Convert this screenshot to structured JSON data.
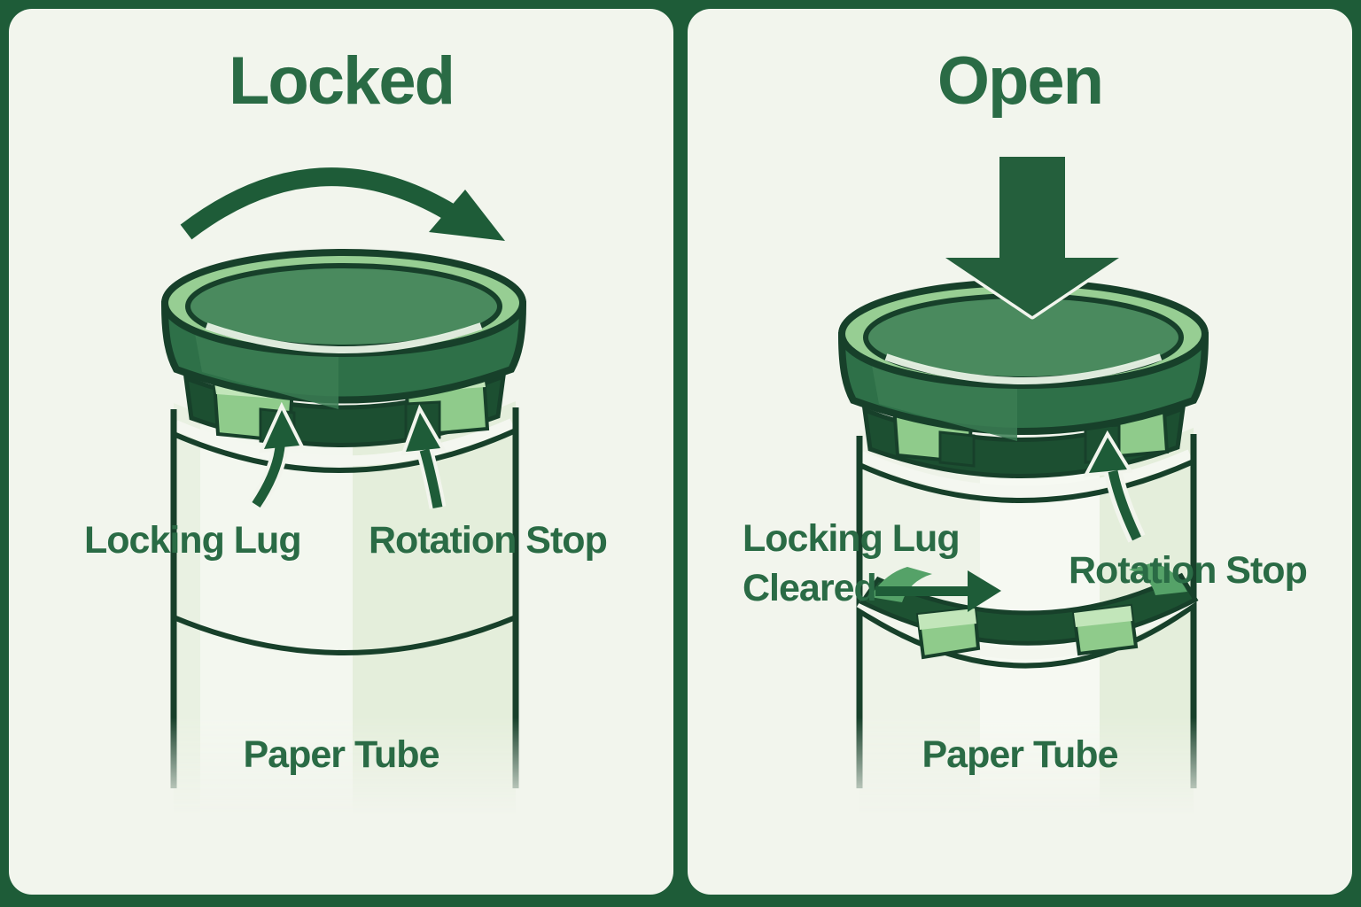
{
  "diagram": {
    "left_panel": {
      "title": "Locked",
      "labels": {
        "locking_lug": "Locking Lug",
        "rotation_stop": "Rotation Stop",
        "paper_tube": "Paper Tube"
      },
      "icon": "rotate-clockwise-arrow"
    },
    "right_panel": {
      "title": "Open",
      "labels": {
        "locking_lug_cleared_line1": "Locking Lug",
        "locking_lug_cleared_line2": "Cleared",
        "rotation_stop": "Rotation Stop",
        "paper_tube": "Paper Tube"
      },
      "icon": "press-down-arrow"
    },
    "colors": {
      "frame_green": "#1e5c38",
      "panel_background": "#f2f5ed",
      "outline_ink": "#17402a",
      "text_green": "#2a6b45",
      "arrow_green": "#1e5c38",
      "cap_top_green": "#4a8a5e",
      "cap_rim_light_green": "#97ce93",
      "cap_band_green": "#2e7048",
      "undercap_dark_green": "#1c4f31",
      "lug_light_green": "#8fcb8b",
      "lug_highlight_green": "#c2e6ba",
      "tube_paper": "#f3f7ef",
      "tube_shade_green": "#e4eedb"
    }
  }
}
